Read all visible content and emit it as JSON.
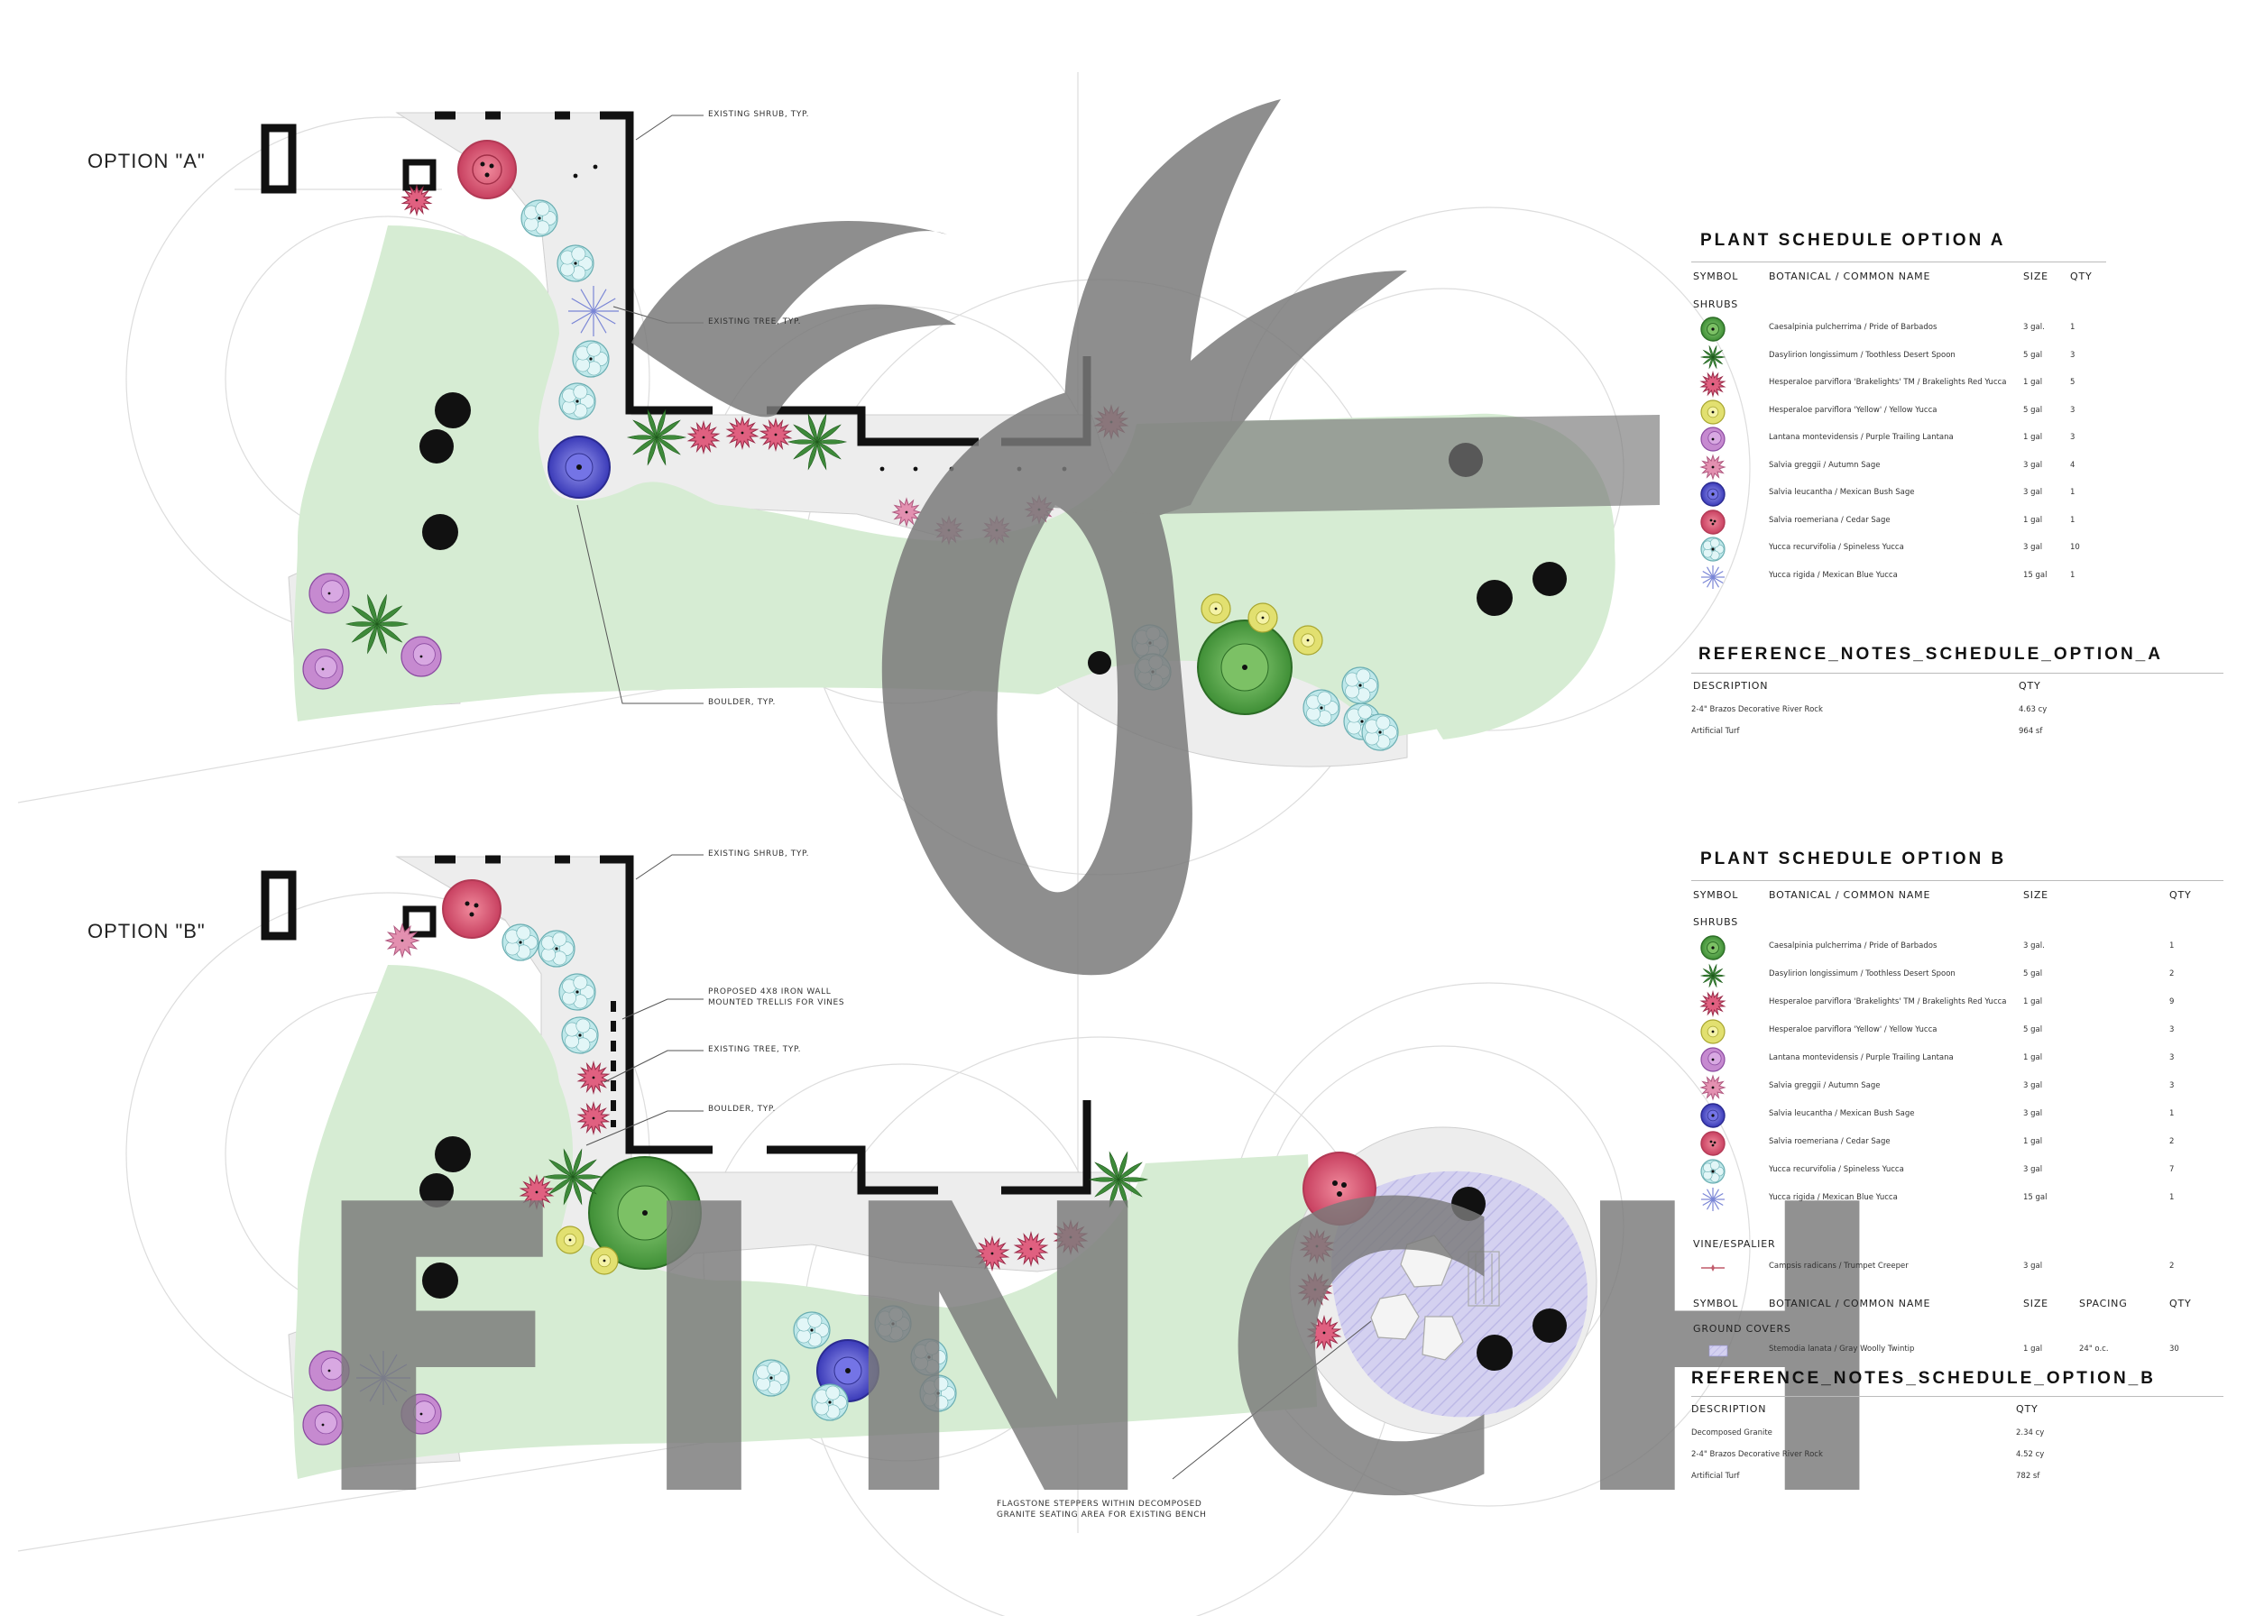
{
  "option_a": {
    "label": "OPTION \"A\"",
    "callouts": {
      "existing_shrub": "EXISTING SHRUB, TYP.",
      "existing_tree": "EXISTING TREE, TYP.",
      "boulder": "BOULDER, TYP."
    }
  },
  "option_b": {
    "label": "OPTION \"B\"",
    "callouts": {
      "existing_shrub": "EXISTING SHRUB, TYP.",
      "trellis": "PROPOSED 4X8 IRON WALL MOUNTED TRELLIS FOR VINES",
      "existing_tree": "EXISTING TREE, TYP.",
      "boulder": "BOULDER, TYP.",
      "flagstone": "FLAGSTONE STEPPERS WITHIN DECOMPOSED GRANITE SEATING AREA FOR EXISTING BENCH"
    }
  },
  "schedule_a": {
    "title": "PLANT SCHEDULE OPTION A",
    "headers": {
      "symbol": "SYMBOL",
      "name": "BOTANICAL / COMMON NAME",
      "size": "SIZE",
      "qty": "QTY"
    },
    "group": "SHRUBS",
    "rows": [
      {
        "name": "Caesalpinia pulcherrima / Pride of Barbados",
        "size": "3 gal.",
        "qty": "1",
        "icon": "pride-of-barbados-icon"
      },
      {
        "name": "Dasylirion longissimum / Toothless Desert Spoon",
        "size": "5 gal",
        "qty": "3",
        "icon": "desert-spoon-icon"
      },
      {
        "name": "Hesperaloe parviflora 'Brakelights' TM / Brakelights Red Yucca",
        "size": "1 gal",
        "qty": "5",
        "icon": "red-yucca-icon"
      },
      {
        "name": "Hesperaloe parviflora 'Yellow' / Yellow Yucca",
        "size": "5 gal",
        "qty": "3",
        "icon": "yellow-yucca-icon"
      },
      {
        "name": "Lantana montevidensis / Purple Trailing Lantana",
        "size": "1 gal",
        "qty": "3",
        "icon": "purple-lantana-icon"
      },
      {
        "name": "Salvia greggii / Autumn Sage",
        "size": "3 gal",
        "qty": "4",
        "icon": "autumn-sage-icon"
      },
      {
        "name": "Salvia leucantha / Mexican Bush Sage",
        "size": "3 gal",
        "qty": "1",
        "icon": "mexican-bush-sage-icon"
      },
      {
        "name": "Salvia roemeriana / Cedar Sage",
        "size": "1 gal",
        "qty": "1",
        "icon": "cedar-sage-icon"
      },
      {
        "name": "Yucca recurvifolia / Spineless Yucca",
        "size": "3 gal",
        "qty": "10",
        "icon": "spineless-yucca-icon"
      },
      {
        "name": "Yucca rigida / Mexican Blue Yucca",
        "size": "15 gal",
        "qty": "1",
        "icon": "blue-yucca-icon"
      }
    ]
  },
  "ref_a": {
    "title": "REFERENCE_NOTES_SCHEDULE_OPTION_A",
    "headers": {
      "description": "DESCRIPTION",
      "qty": "QTY"
    },
    "rows": [
      {
        "description": "2-4\" Brazos Decorative River Rock",
        "qty": "4.63 cy"
      },
      {
        "description": "Artificial Turf",
        "qty": "964 sf"
      }
    ]
  },
  "schedule_b": {
    "title": "PLANT SCHEDULE OPTION B",
    "headers": {
      "symbol": "SYMBOL",
      "name": "BOTANICAL / COMMON NAME",
      "size": "SIZE",
      "qty": "QTY",
      "spacing": "SPACING"
    },
    "group": "SHRUBS",
    "rows": [
      {
        "name": "Caesalpinia pulcherrima / Pride of Barbados",
        "size": "3 gal.",
        "qty": "1",
        "icon": "pride-of-barbados-icon"
      },
      {
        "name": "Dasylirion longissimum / Toothless Desert Spoon",
        "size": "5 gal",
        "qty": "2",
        "icon": "desert-spoon-icon"
      },
      {
        "name": "Hesperaloe parviflora 'Brakelights' TM / Brakelights Red Yucca",
        "size": "1 gal",
        "qty": "9",
        "icon": "red-yucca-icon"
      },
      {
        "name": "Hesperaloe parviflora 'Yellow' / Yellow Yucca",
        "size": "5 gal",
        "qty": "3",
        "icon": "yellow-yucca-icon"
      },
      {
        "name": "Lantana montevidensis / Purple Trailing Lantana",
        "size": "1 gal",
        "qty": "3",
        "icon": "purple-lantana-icon"
      },
      {
        "name": "Salvia greggii / Autumn Sage",
        "size": "3 gal",
        "qty": "3",
        "icon": "autumn-sage-icon"
      },
      {
        "name": "Salvia leucantha / Mexican Bush Sage",
        "size": "3 gal",
        "qty": "1",
        "icon": "mexican-bush-sage-icon"
      },
      {
        "name": "Salvia roemeriana / Cedar Sage",
        "size": "1 gal",
        "qty": "2",
        "icon": "cedar-sage-icon"
      },
      {
        "name": "Yucca recurvifolia / Spineless Yucca",
        "size": "3 gal",
        "qty": "7",
        "icon": "spineless-yucca-icon"
      },
      {
        "name": "Yucca rigida / Mexican Blue Yucca",
        "size": "15 gal",
        "qty": "1",
        "icon": "blue-yucca-icon"
      }
    ],
    "vine_group": "VINE/ESPALIER",
    "vine": {
      "name": "Campsis radicans / Trumpet Creeper",
      "size": "3 gal",
      "qty": "2",
      "icon": "trumpet-creeper-icon"
    },
    "ground_group": "GROUND COVERS",
    "ground": {
      "name": "Stemodia lanata / Gray Woolly Twintip",
      "size": "1 gal",
      "spacing": "24\" o.c.",
      "qty": "30",
      "icon": "woolly-twintip-swatch"
    }
  },
  "ref_b": {
    "title": "REFERENCE_NOTES_SCHEDULE_OPTION_B",
    "headers": {
      "description": "DESCRIPTION",
      "qty": "QTY"
    },
    "rows": [
      {
        "description": "Decomposed Granite",
        "qty": "2.34 cy"
      },
      {
        "description": "2-4\" Brazos Decorative River Rock",
        "qty": "4.52 cy"
      },
      {
        "description": "Artificial Turf",
        "qty": "782 sf"
      }
    ]
  },
  "watermark": {
    "text": "FINCH"
  },
  "colors": {
    "turf": "#d6ecd3",
    "gravel": "#ededed",
    "wall": "#111111",
    "spineless_yucca": "#bfe8ea",
    "red_yucca": "#e06080",
    "pride_of_barbados": "#5aa34a",
    "yellow_yucca": "#e2e070",
    "lantana": "#c68ad0",
    "autumn_sage": "#e390b0",
    "bush_sage": "#5a5ad8",
    "cedar_sage": "#e05a72",
    "blue_yucca": "#7a86d6",
    "desert_spoon": "#3e8a3a",
    "twintip": "#c9c6ec",
    "watermark": "#7a7a7a"
  }
}
